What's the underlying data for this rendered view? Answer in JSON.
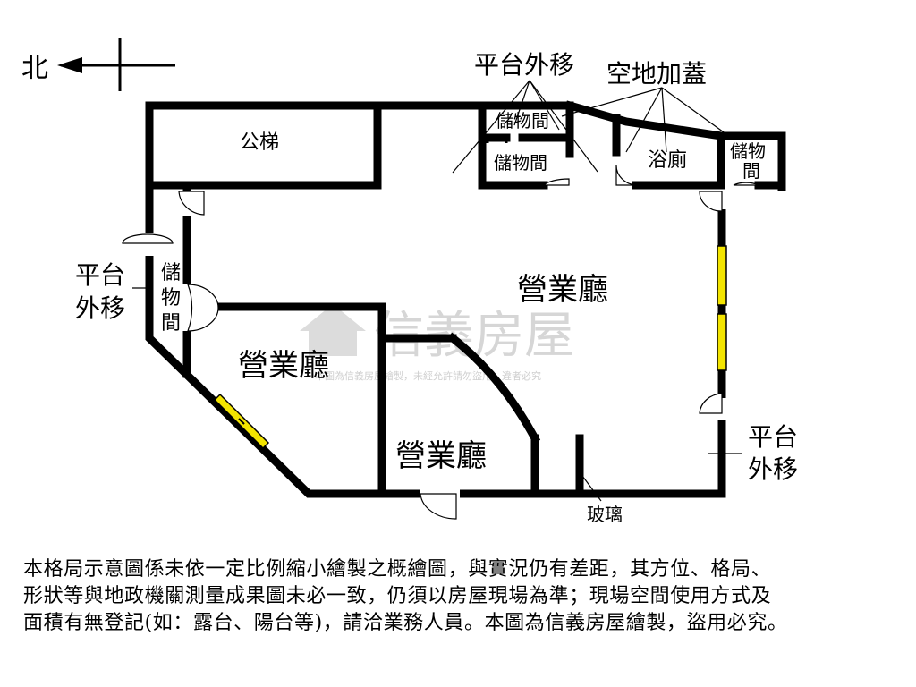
{
  "compass": {
    "label": "北"
  },
  "rooms": {
    "public_stairs": "公梯",
    "storage_top_1": "儲物間",
    "storage_top_2": "儲物間",
    "bath": "浴廁",
    "storage_right_line1": "儲物",
    "storage_right_line2": "間",
    "storage_left_line1": "儲",
    "storage_left_line2": "物",
    "storage_left_line3": "間",
    "hall_main": "營業廳",
    "hall_left": "營業廳",
    "hall_center": "營業廳"
  },
  "annotations": {
    "platform_top": "平台外移",
    "open_space": "空地加蓋",
    "platform_left_line1": "平台",
    "platform_left_line2": "外移",
    "platform_right_line1": "平台",
    "platform_right_line2": "外移",
    "glass": "玻璃"
  },
  "watermark": {
    "brand": "信義房屋",
    "sub": "本圖為信義房屋繪製，未經允許請勿盜用，違者必究"
  },
  "disclaimer": [
    "本格局示意圖係未依一定比例縮小繪製之概繪圖，與實況仍有差距，其方位、格局、",
    "形狀等與地政機關測量成果圖未必一致，仍須以房屋現場為準；現場空間使用方式及",
    "面積有無登記(如：露台、陽台等)，請洽業務人員。本圖為信義房屋繪製，盜用必究。"
  ],
  "colors": {
    "wall": "#000000",
    "window": "#f3e400",
    "watermark": "#d8d8d8"
  }
}
